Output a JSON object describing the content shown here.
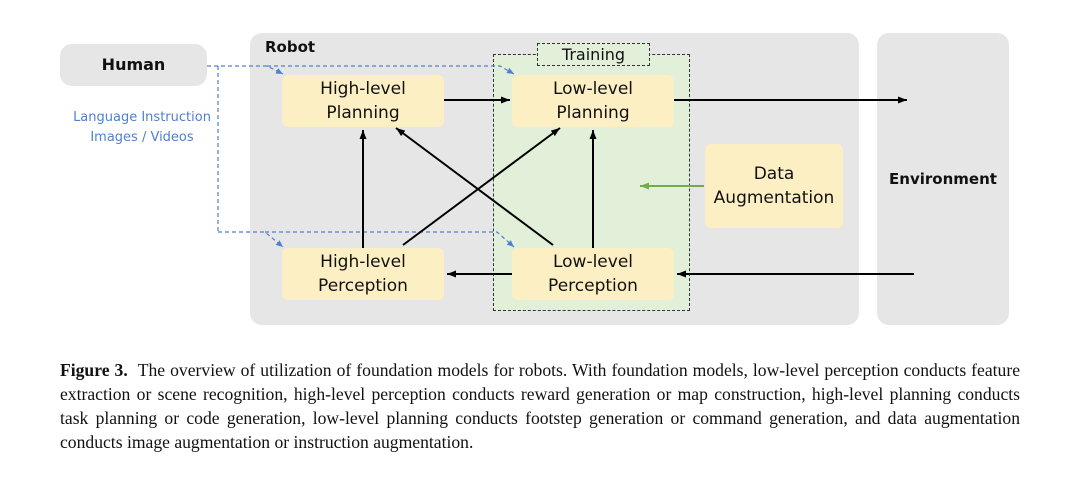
{
  "diagram": {
    "human_label": "Human",
    "robot_label": "Robot",
    "environment_label": "Environment",
    "training_label": "Training",
    "input_label_line1": "Language Instruction",
    "input_label_line2": "Images / Videos",
    "nodes": {
      "high_planning": [
        "High-level",
        "Planning"
      ],
      "low_planning": [
        "Low-level",
        "Planning"
      ],
      "high_perception": [
        "High-level",
        "Perception"
      ],
      "low_perception": [
        "Low-level",
        "Perception"
      ],
      "data_augmentation": [
        "Data",
        "Augmentation"
      ]
    },
    "colors": {
      "node_fill": "#fdefc4",
      "panel_fill": "#e6e6e6",
      "training_fill": "#e2f0d9",
      "dashed_arrow": "#4f7fcf",
      "augmentation_arrow": "#70ad47"
    }
  },
  "caption": {
    "label": "Figure 3.",
    "text": "The overview of utilization of foundation models for robots. With foundation models, low-level perception conducts feature extraction or scene recognition, high-level perception conducts reward generation or map construction, high-level planning conducts task planning or code generation, low-level planning conducts footstep generation or command generation, and data augmentation conducts image augmentation or instruction augmentation."
  }
}
